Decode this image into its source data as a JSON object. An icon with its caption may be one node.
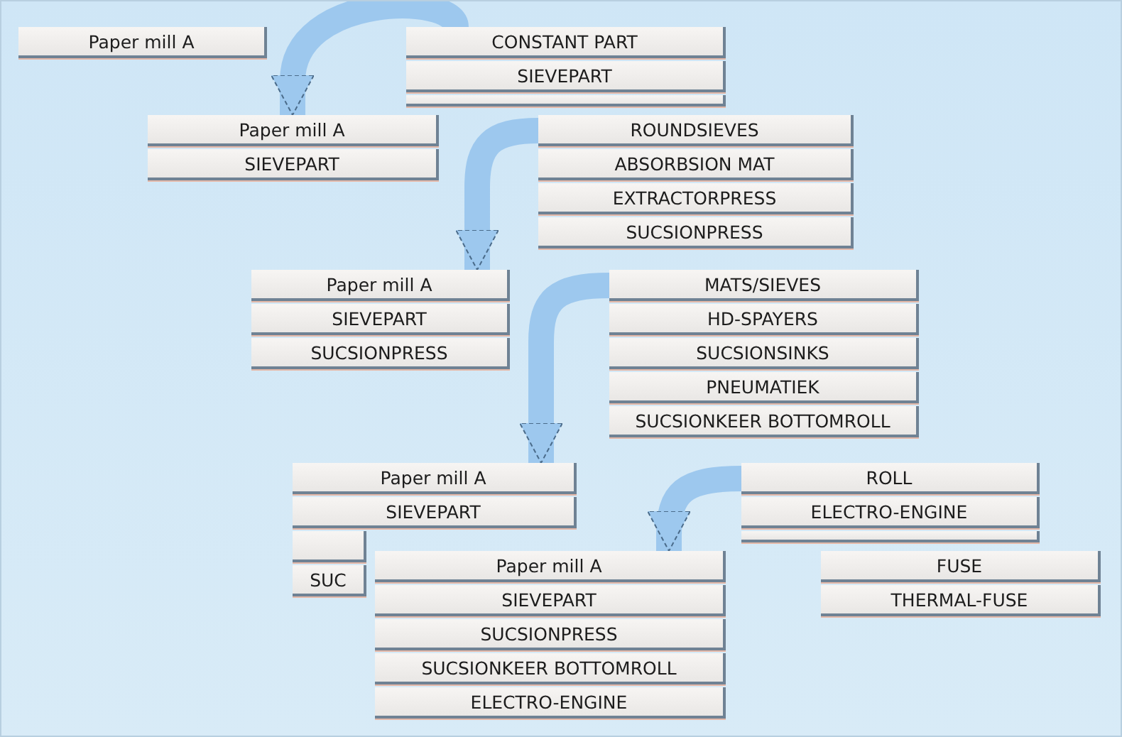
{
  "diagram": {
    "nodes": [
      {
        "text": [
          "Paper mill A"
        ]
      },
      {
        "text": [
          "CONSTANT PART"
        ]
      },
      {
        "text": [
          "SIEVEPART"
        ]
      },
      {
        "text": [],
        "shape": "box"
      },
      {
        "text": [
          "Paper mill A"
        ]
      },
      {
        "text": [
          "SIEVEPART"
        ]
      },
      {
        "text": [
          "ROUNDSIEVES"
        ]
      },
      {
        "text": [
          "ABSORBSION MAT"
        ]
      },
      {
        "text": [
          "EXTRACTORPRESS"
        ]
      },
      {
        "text": [
          "SUCSIONPRESS"
        ]
      },
      {
        "text": [
          "Paper mill A"
        ]
      },
      {
        "text": [
          "SIEVEPART"
        ]
      },
      {
        "text": [
          "SUCSIONPRESS"
        ]
      },
      {
        "text": [
          "MATS/SIEVES"
        ]
      },
      {
        "text": [
          "HD-SPAYERS"
        ]
      },
      {
        "text": [
          "SUCSIONSINKS"
        ]
      },
      {
        "text": [
          "PNEUMATIEK"
        ]
      },
      {
        "text": [
          "SUCSIONKEER BOTTOMROLL"
        ]
      },
      {
        "text": [
          "Paper mill A"
        ]
      },
      {
        "text": [
          "SIEVEPART"
        ]
      },
      {
        "text": [],
        "shape": "box"
      },
      {
        "text": [
          "SUC"
        ]
      },
      {
        "text": [
          "ROLL"
        ]
      },
      {
        "text": [
          "ELECTRO-ENGINE"
        ]
      },
      {
        "text": [],
        "shape": "box"
      },
      {
        "text": [
          "Paper mill A"
        ]
      },
      {
        "text": [
          "SIEVEPART"
        ]
      },
      {
        "text": [
          "SUCSIONPRESS"
        ]
      },
      {
        "text": [
          "SUCSIONKEER BOTTOMROLL"
        ]
      },
      {
        "text": [
          "ELECTRO-ENGINE"
        ]
      },
      {
        "text": [
          "FUSE"
        ]
      },
      {
        "text": [
          "THERMAL-FUSE"
        ]
      }
    ],
    "edges": [
      {
        "from": 1,
        "to": 4,
        "arrow": "to"
      },
      {
        "from": 6,
        "to": 10,
        "arrow": "to"
      },
      {
        "from": 13,
        "to": 18,
        "arrow": "to"
      },
      {
        "from": 22,
        "to": 25,
        "arrow": "to"
      }
    ]
  }
}
